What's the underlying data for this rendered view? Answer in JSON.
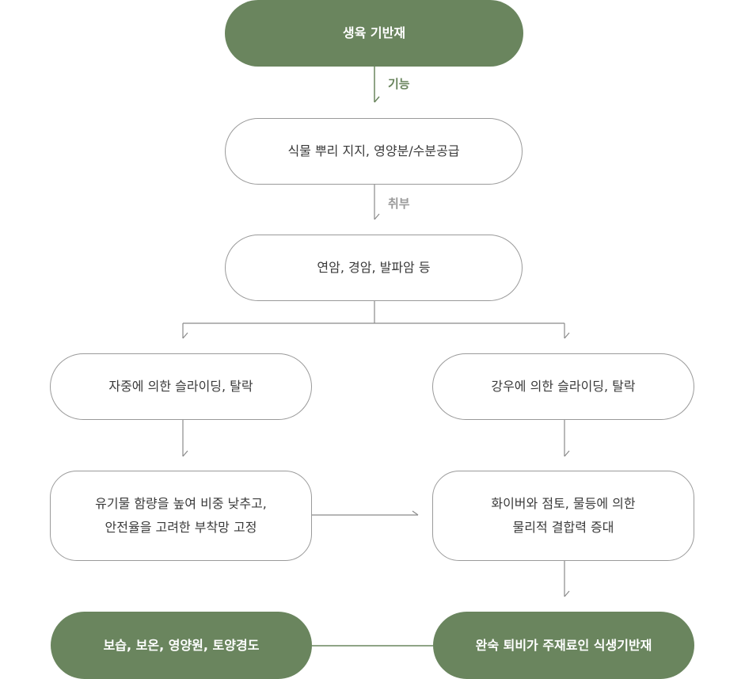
{
  "nodes": {
    "root": "생육 기반재",
    "function": "식물 뿌리 지지, 영양분/수분공급",
    "vulnerable": "연암, 경암, 발파암 등",
    "left_problem": "자중에 의한 슬라이딩, 탈락",
    "right_problem": "강우에 의한 슬라이딩, 탈락",
    "left_solution": [
      "유기물 함량을 높여 비중 낮추고,",
      "안전율을 고려한 부착망 고정"
    ],
    "right_solution": [
      "화이버와 점토, 물등에 의한",
      "물리적 결합력 증대"
    ],
    "left_result": "보습, 보온, 영양원, 토양경도",
    "right_result": "완숙 퇴비가 주재료인 식생기반재"
  },
  "edge_labels": {
    "function": "기능",
    "vulnerable": "취부"
  },
  "colors": {
    "accent": "#6a855e",
    "border": "#9a9a9a",
    "line": "#8a8a8a",
    "label_gray": "#9a9a9a"
  }
}
